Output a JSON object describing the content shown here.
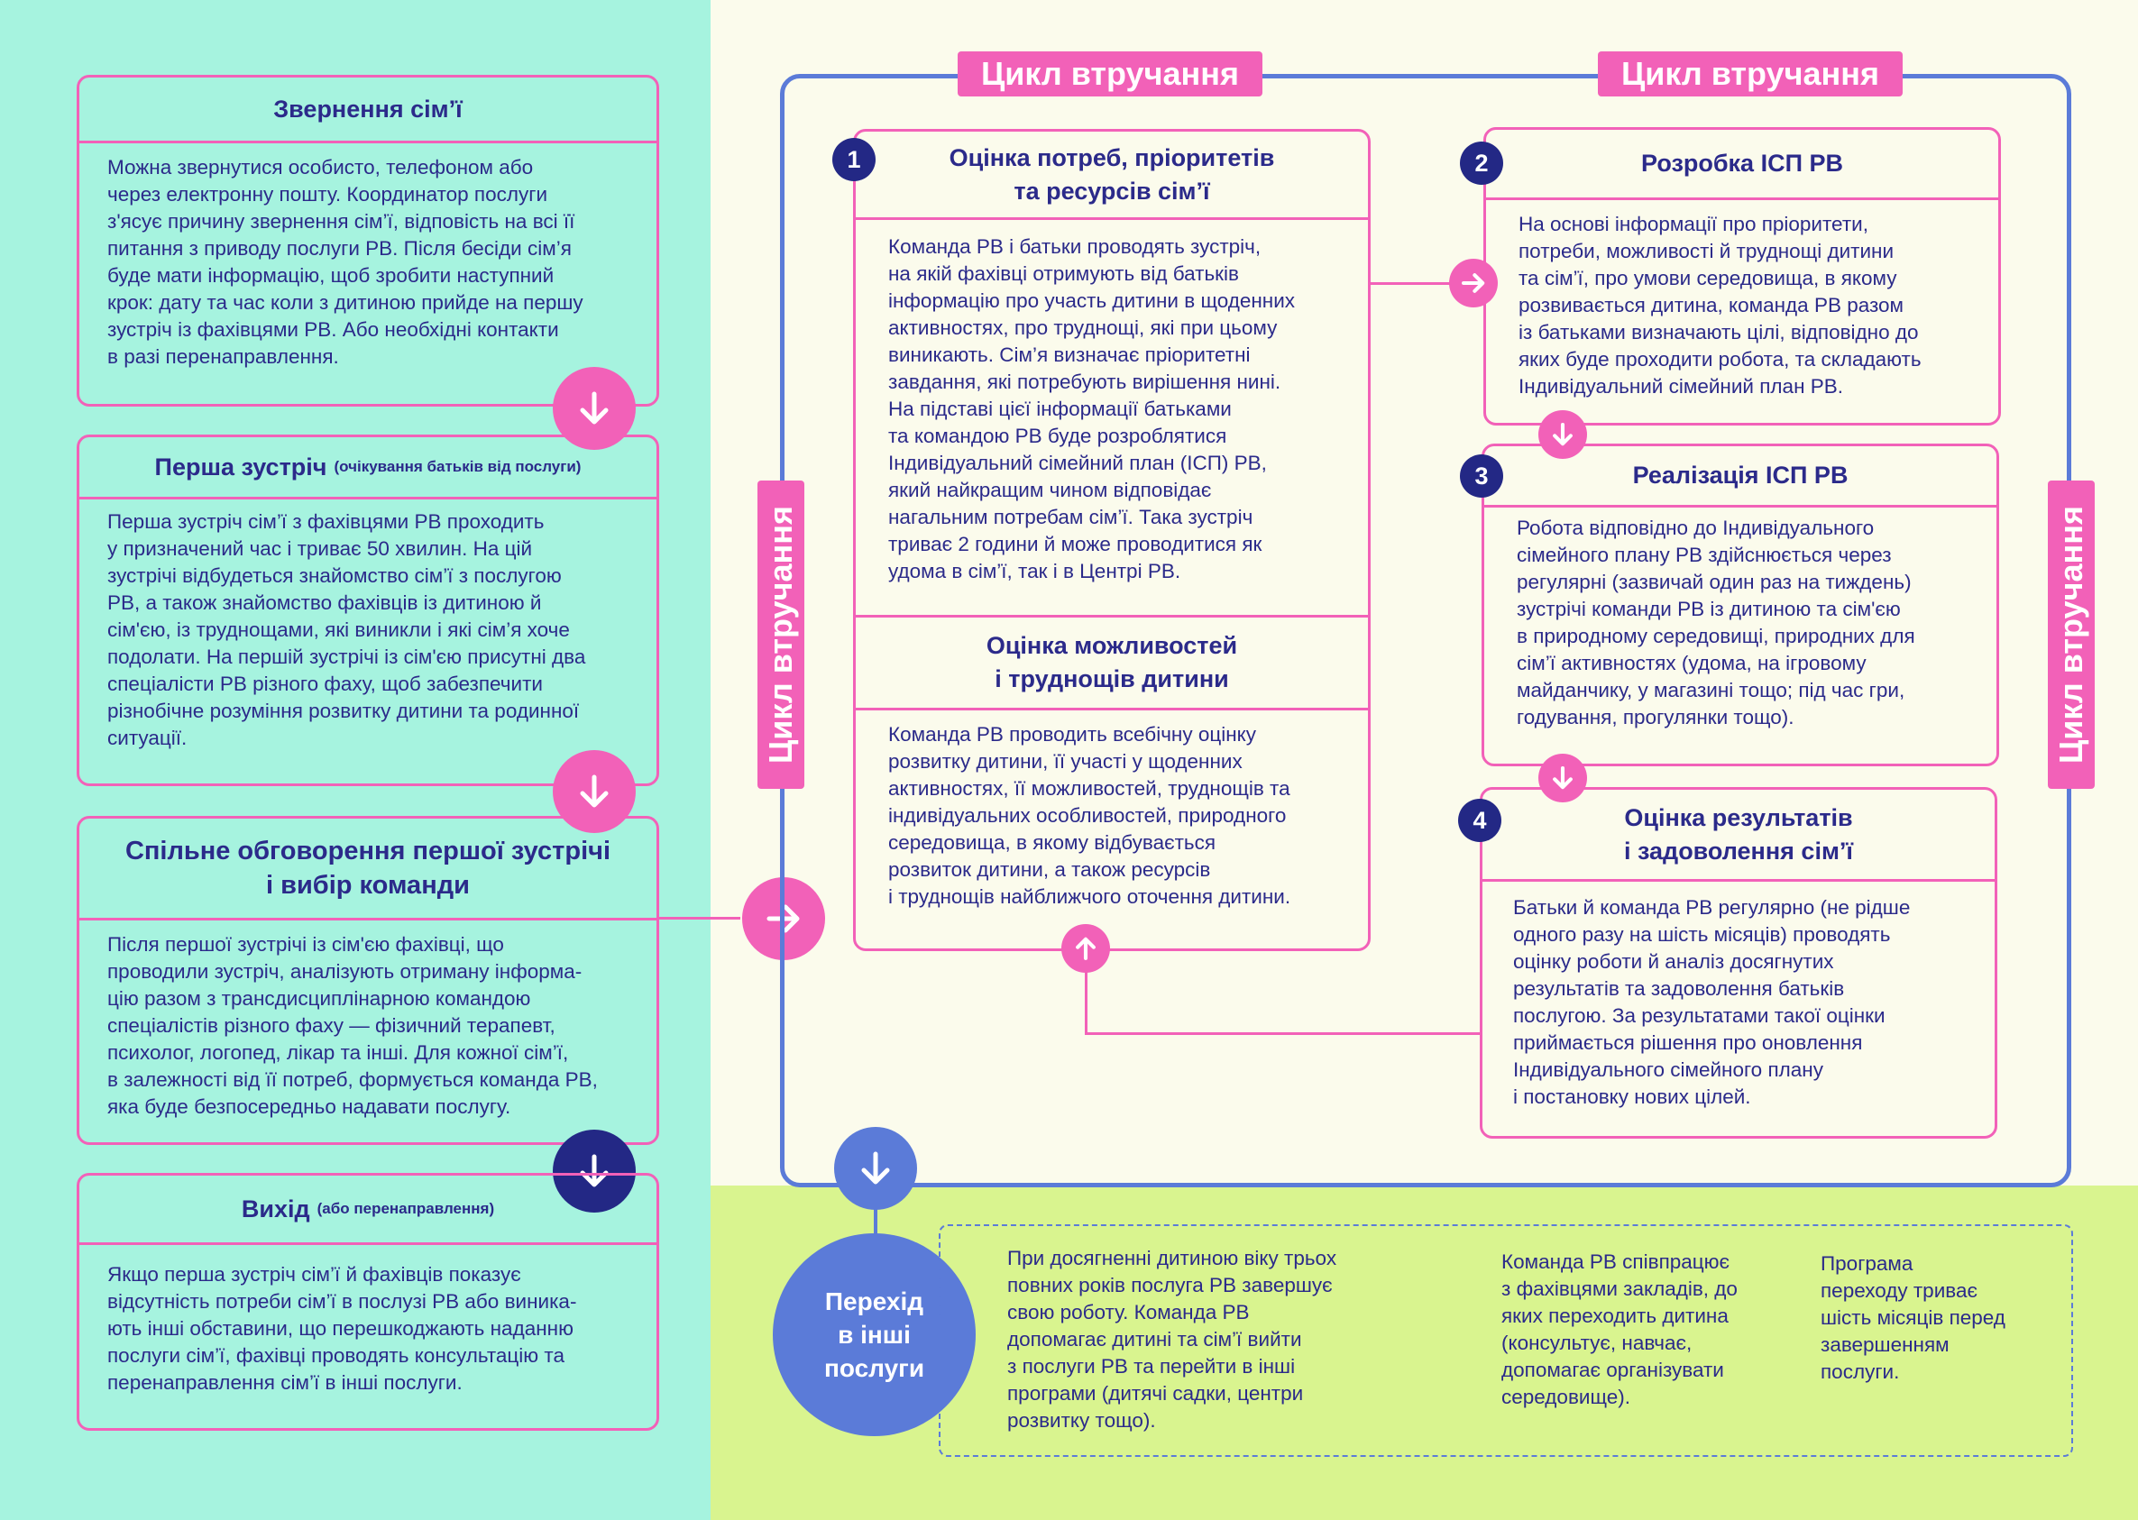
{
  "colors": {
    "pink": "#f261b8",
    "navy": "#232885",
    "blue": "#5b7bd8",
    "mint": "#a6f3df",
    "lime": "#d9f48f",
    "cream": "#fbfbec"
  },
  "cycle_label": "Цикл втручання",
  "left": {
    "appeal": {
      "title": "Звернення сім’ї",
      "body": "Можна звернутися особисто, телефоном або\nчерез електронну пошту. Координатор послуги\nз'ясує причину звернення сім’ї, відповість на всі її\nпитання з приводу послуги РВ. Після бесіди сім’я\nбуде мати інформацію, щоб зробити наступний\nкрок: дату та час коли з дитиною прийде на першу\nзустріч із фахівцями РВ. Або необхідні контакти\nв разі перенаправлення."
    },
    "first_meeting": {
      "title": "Перша зустріч",
      "note": "(очікування батьків від послуги)",
      "body": "Перша зустріч сім’ї з фахівцями РВ проходить\nу призначений час і триває 50 хвилин. На цій\nзустрічі відбудеться знайомство сім’ї з послугою\nРВ, а також знайомство фахівців із дитиною й\nсім'єю, із труднощами, які виникли і які сім’я хоче\nподолати. На першій зустрічі із сім'єю присутні два\nспеціалісти РВ різного фаху, щоб забезпечити\nрізнобічне розуміння розвитку дитини та родинної\nситуації."
    },
    "discussion": {
      "title": "Спільне обговорення першої зустрічі\nі вибір команди",
      "body": "Після першої зустрічі із сім'єю фахівці, що\nпроводили зустріч, аналізують отриману інформа-\nцію разом з трансдисциплінарною командою\nспеціалістів різного фаху — фізичний терапевт,\nпсихолог, логопед, лікар та інші. Для кожної сім’ї,\nв залежності від її потреб, формується команда РВ,\nяка буде безпосередньо надавати послугу."
    },
    "exit": {
      "title": "Вихід",
      "note": "(або перенаправлення)",
      "body": "Якщо перша зустріч сім’ї й фахівців показує\nвідсутність потреби сім’ї в послузі РВ або виника-\nють інші обставини, що перешкоджають наданню\nпослуги сім’ї, фахівці проводять консультацію та\nперенаправлення сім’ї в інші послуги."
    }
  },
  "steps": {
    "s1": {
      "number": "1",
      "title": "Оцінка потреб, пріоритетів\nта ресурсів сім’ї",
      "body": "Команда РВ і батьки проводять зустріч,\nна якій фахівці отримують від батьків\nінформацію про участь дитини в щоденних\nактивностях, про труднощі, які при цьому\nвиникають. Сім’я визначає пріоритетні\nзавдання, які потребують вирішення нині.\nНа підставі цієї інформації батьками\nта командою РВ буде розроблятися\nІндивідуальний сімейний план (ІСП) РВ,\nякий найкращим чином відповідає\nнагальним потребам сім’ї. Така зустріч\nтриває 2 години й може проводитися як\nудома в сім’ї, так і в Центрі РВ.",
      "sub_title": "Оцінка можливостей\nі труднощів дитини",
      "sub_body": "Команда РВ проводить всебічну оцінку\nрозвитку дитини, її участі у щоденних\nактивностях, її можливостей, труднощів та\nіндивідуальних особливостей, природного\nсередовища, в якому відбувається\nрозвиток дитини, а також ресурсів\nі труднощів найближчого оточення дитини."
    },
    "s2": {
      "number": "2",
      "title": "Розробка ІСП РВ",
      "body": "На основі інформації про пріоритети,\nпотреби, можливості й труднощі дитини\nта сім’ї, про умови середовища, в якому\nрозвивається дитина, команда РВ разом\nіз батьками визначають цілі, відповідно до\nяких буде проходити робота, та складають\nІндивідуальний сімейний план РВ."
    },
    "s3": {
      "number": "3",
      "title": "Реалізація ІСП РВ",
      "body": "Робота відповідно до Індивідуального\nсімейного плану РВ здійснюється через\nрегулярні (зазвичай один раз на тиждень)\nзустрічі команди РВ із дитиною та сім'єю\nв природному середовищі, природних для\nсім’ї активностях (удома, на ігровому\nмайданчику, у магазині тощо; під час гри,\nгодування, прогулянки тощо)."
    },
    "s4": {
      "number": "4",
      "title": "Оцінка результатів\nі задоволення сім’ї",
      "body": "Батьки й команда РВ регулярно (не рідше\nодного разу на шість місяців) проводять\nоцінку роботи й аналіз досягнутих\nрезультатів та задоволення батьків\nпослугою. За результатами такої оцінки\nприймається рішення про оновлення\nІндивідуального сімейного плану\nі постановку нових цілей."
    }
  },
  "transition": {
    "title": "Перехід\nв інші\nпослуги",
    "col1": "При досягненні дитиною віку трьох\nповних років послуга РВ завершує\nсвою роботу. Команда РВ\nдопомагає дитині та сім’ї вийти\nз послуги РВ та перейти в інші\nпрограми (дитячі садки, центри\nрозвитку тощо).",
    "col2": "Команда РВ співпрацює\nз фахівцями закладів, до\nяких переходить дитина\n(консультує, навчає,\nдопомагає організувати\nсередовище).",
    "col3": "Програма\nпереходу триває\nшість місяців перед\nзавершенням\nпослуги."
  },
  "icons": [
    "arrow-down-icon",
    "arrow-right-icon",
    "arrow-up-icon"
  ]
}
